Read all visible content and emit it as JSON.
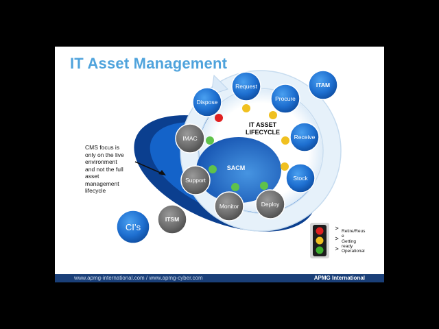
{
  "slide": {
    "title": "IT Asset Management",
    "lifecycle_label_line1": "IT ASSET",
    "lifecycle_label_line2": "LIFECYCLE",
    "center_label": "SACM",
    "nodes": {
      "request": "Request",
      "procure": "Procure",
      "receive": "Receive",
      "stock": "Stock",
      "deploy": "Deploy",
      "monitor": "Monitor",
      "support": "Support",
      "imac": "IMAC",
      "dispose": "Dispose",
      "itam": "ITAM",
      "itsm": "ITSM",
      "cis": "CI’s"
    },
    "note_lines": [
      "CMS focus is",
      "only on the live",
      "environment",
      "and not the full",
      "asset",
      "management",
      "lifecycle"
    ],
    "legend": {
      "retire_line1": "Retire/Reus",
      "retire_line2": "e",
      "getting_line1": "Getting",
      "getting_line2": "ready",
      "operational": "Operational"
    },
    "footer": {
      "url": "www.apmg-international.com / www.apmg-cyber.com",
      "brand": "APMG International"
    }
  },
  "colors": {
    "title": "#4fa3dc",
    "node_blue": "#1e6fd0",
    "node_gray": "#6f6f6f",
    "ring": "#d9eaf7",
    "ellipse_dark": "#0b3f8f",
    "dot_green": "#5fc24a",
    "dot_yellow": "#f0c020",
    "dot_red": "#e02020",
    "footer": "#1a3f78"
  }
}
